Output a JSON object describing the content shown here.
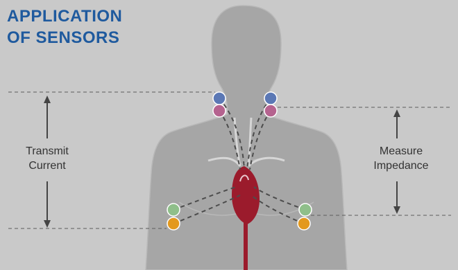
{
  "title": {
    "line1": "APPLICATION",
    "line2": "OF SENSORS"
  },
  "labels": {
    "left": {
      "line1": "Transmit",
      "line2": "Current"
    },
    "right": {
      "line1": "Measure",
      "line2": "Impedance"
    }
  },
  "colors": {
    "background": "#c9c9c9",
    "title": "#1f5a9e",
    "body": "#a6a6a6",
    "heart": "#9b1b2c",
    "sensor_blue": "#5b78b5",
    "sensor_purple": "#b5638f",
    "sensor_green": "#8fbf8a",
    "sensor_orange": "#e3991e"
  },
  "sensors": [
    {
      "id": "neck-left-top",
      "color": "blue"
    },
    {
      "id": "neck-left-bottom",
      "color": "purple"
    },
    {
      "id": "neck-right-top",
      "color": "blue"
    },
    {
      "id": "neck-right-bottom",
      "color": "purple"
    },
    {
      "id": "chest-left-top",
      "color": "green"
    },
    {
      "id": "chest-left-bottom",
      "color": "orange"
    },
    {
      "id": "chest-right-top",
      "color": "green"
    },
    {
      "id": "chest-right-bottom",
      "color": "orange"
    }
  ]
}
